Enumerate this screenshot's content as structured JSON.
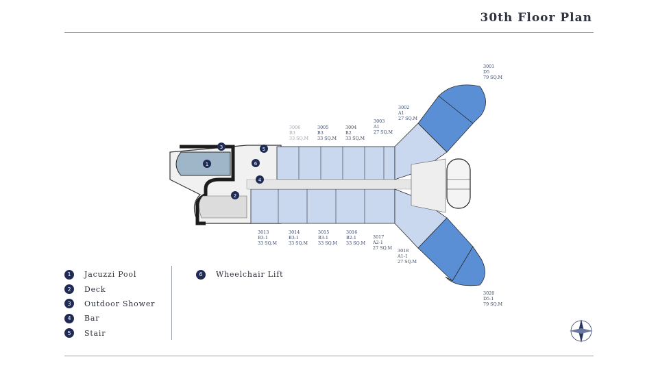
{
  "title": "30th Floor Plan",
  "units": [
    {
      "id": "3001",
      "type": "D5",
      "area": "79 SQ.M"
    },
    {
      "id": "3002",
      "type": "A1",
      "area": "27 SQ.M"
    },
    {
      "id": "3003",
      "type": "A1",
      "area": "27 SQ.M"
    },
    {
      "id": "3004",
      "type": "B2",
      "area": "33 SQ.M"
    },
    {
      "id": "3005",
      "type": "B3",
      "area": "33 SQ.M"
    },
    {
      "id": "3006",
      "type": "B3",
      "area": "33 SQ.M"
    },
    {
      "id": "3013",
      "type": "B3-1",
      "area": "33 SQ.M"
    },
    {
      "id": "3014",
      "type": "B3-1",
      "area": "33 SQ.M"
    },
    {
      "id": "3015",
      "type": "B3-1",
      "area": "33 SQ.M"
    },
    {
      "id": "3016",
      "type": "B2-1",
      "area": "33 SQ.M"
    },
    {
      "id": "3017",
      "type": "A2-1",
      "area": "27 SQ.M"
    },
    {
      "id": "3018",
      "type": "A1-1",
      "area": "27 SQ.M"
    },
    {
      "id": "3020",
      "type": "D5-1",
      "area": "79 SQ.M"
    }
  ],
  "legend": [
    {
      "num": "1",
      "label": "Jacuzzi Pool"
    },
    {
      "num": "2",
      "label": "Deck"
    },
    {
      "num": "3",
      "label": "Outdoor Shower"
    },
    {
      "num": "4",
      "label": "Bar"
    },
    {
      "num": "5",
      "label": "Stair"
    },
    {
      "num": "6",
      "label": "Wheelchair Lift"
    }
  ],
  "colors": {
    "unit_fill": "#c9d8ee",
    "suite_fill": "#5a8fd6",
    "badge": "#1f2b55",
    "corridor": "#e6e6e6",
    "pool": "#9fb6c8"
  }
}
